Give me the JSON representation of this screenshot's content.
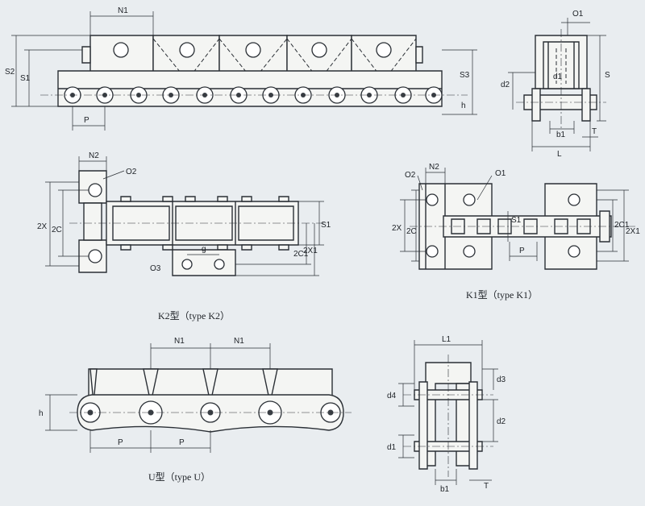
{
  "captions": {
    "k2": "K2型（type K2）",
    "k1": "K1型（type K1）",
    "u": "U型（type U）"
  },
  "labels": {
    "top": {
      "n1": "N1",
      "s2": "S2",
      "s1": "S1",
      "s3": "S3",
      "h": "h",
      "p": "P"
    },
    "cross_top": {
      "o1": "O1",
      "d1": "d1",
      "d2": "d2",
      "s": "S",
      "b1": "b1",
      "l": "L",
      "t": "T"
    },
    "k2": {
      "n2": "N2",
      "o2": "O2",
      "2x": "2X",
      "2c": "2C",
      "s1": "S1",
      "2c1": "2C1",
      "2x1": "2X1",
      "o3": "O3",
      "g": "g"
    },
    "k1": {
      "o2": "O2",
      "n2": "N2",
      "o1": "O1",
      "2x": "2X",
      "2c": "2C",
      "s1": "S1",
      "p": "P",
      "2c1": "2C1",
      "2x1": "2X1"
    },
    "u": {
      "n1_left": "N1",
      "n1_right": "N1",
      "h": "h",
      "p_left": "P",
      "p_right": "P"
    },
    "cross_bottom": {
      "l1": "L1",
      "d4": "d4",
      "d3": "d3",
      "d2": "d2",
      "d1": "d1",
      "b1": "b1",
      "t": "T"
    }
  },
  "colors": {
    "line": "#2a2f35",
    "paper": "#e9edf0"
  }
}
